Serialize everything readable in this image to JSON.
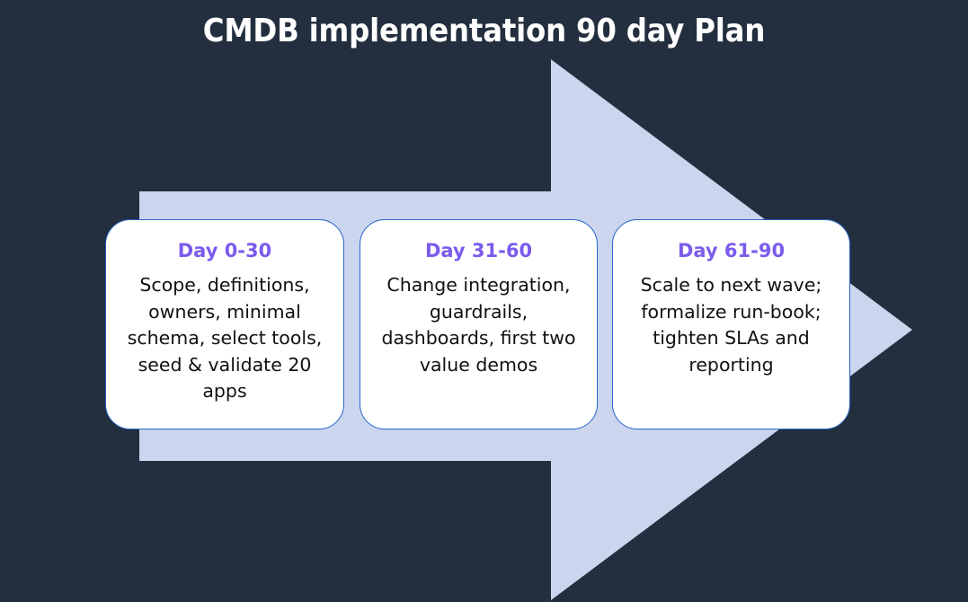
{
  "title": "CMDB implementation 90 day Plan",
  "colors": {
    "background": "#232e3e",
    "arrow_fill": "#ccd5ee",
    "card_background": "#ffffff",
    "card_border": "#2565c7",
    "heading_accent": "#7b5beb",
    "title_text": "#ffffff",
    "body_text": "#111111"
  },
  "arrow": {
    "direction": "right",
    "shape": "block-arrow"
  },
  "phases": [
    {
      "heading": "Day 0-30",
      "body": "Scope, definitions, owners, minimal schema, select tools, seed & validate 20 apps"
    },
    {
      "heading": "Day 31-60",
      "body": "Change integration, guardrails, dashboards, first two value demos"
    },
    {
      "heading": "Day 61-90",
      "body": "Scale to next wave; formalize run-book; tighten SLAs and reporting"
    }
  ]
}
